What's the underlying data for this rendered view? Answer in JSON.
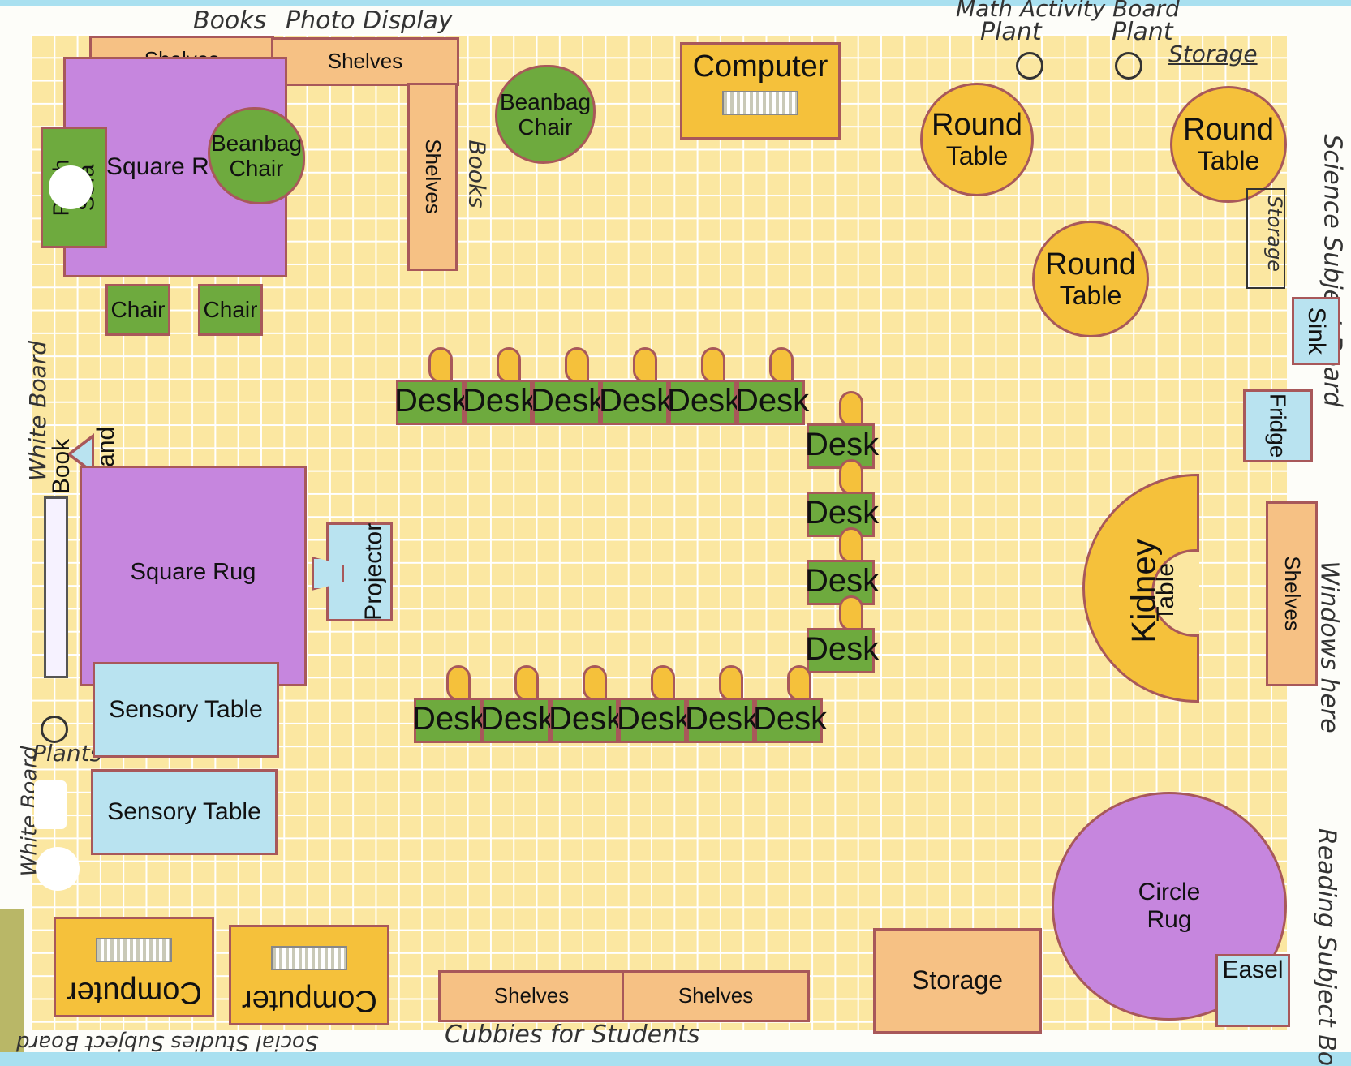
{
  "labels": {
    "shelves": "Shelves",
    "beanbag": "Beanbag Chair",
    "square_rug_top": "Square R",
    "square_rug": "Square Rug",
    "chair": "Chair",
    "computer": "Computer",
    "round_table_word1": "Round",
    "round_table_word2": "Table",
    "plush_sofa": "Plush Sofa",
    "book_stand_1": "Book",
    "book_stand_2": "Stand",
    "projector": "Projector",
    "sensory_table": "Sensory Table",
    "desk": "Desk",
    "sink": "Sink",
    "fridge": "Fridge",
    "kidney_1": "Kidney",
    "kidney_2": "Table",
    "circle_rug_1": "Circle",
    "circle_rug_2": "Rug",
    "easel": "Easel",
    "storage": "Storage"
  },
  "handwritten": {
    "books_top": "Books",
    "photo_display": "Photo Display",
    "math_activity_board": "Math Activity Board",
    "plant_1": "Plant",
    "plant_2": "Plant",
    "storage_top": "Storage",
    "books_side": "Books",
    "science_subject_board": "Science Subject Board",
    "storage_side": "Storage",
    "white_board_1": "White Board",
    "white_board_2": "White Board",
    "plants": "Plants",
    "windows_here": "Windows here",
    "reading_subject_board": "Reading Subject Bo",
    "cubbies": "Cubbies for Students",
    "social_studies_board": "Social Studies Subject Board"
  },
  "colors": {
    "floor": "#fbe7a1",
    "grid": "#ffffff",
    "border": "#a8585a",
    "shelf": "#f6c184",
    "rug": "#c686de",
    "table": "#f5c13b",
    "light_blue": "#b9e3f0",
    "chair_green": "#6eaa3e"
  }
}
